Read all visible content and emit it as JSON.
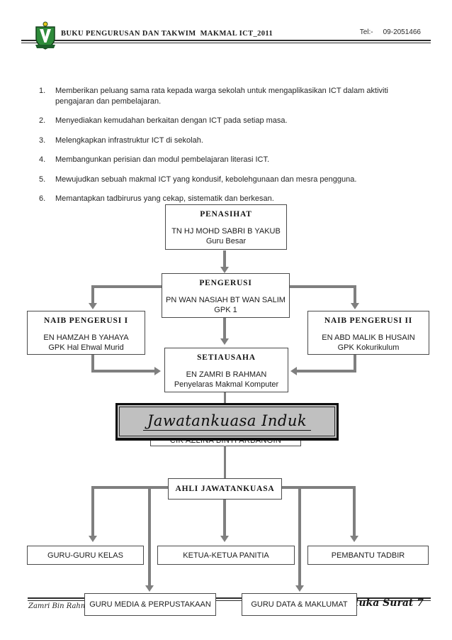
{
  "header": {
    "title": "BUKU PENGURUSAN DAN TAKWIM  MAKMAL ICT_2011",
    "tel_label": "Tel:-",
    "tel_number": "09-2051466",
    "logo_icon": "school-crest"
  },
  "objectives": [
    {
      "num": "1.",
      "text": "Memberikan peluang sama rata kepada warga sekolah untuk mengaplikasikan ICT dalam aktiviti pengajaran dan pembelajaran."
    },
    {
      "num": "2.",
      "text": "Menyediakan kemudahan berkaitan dengan ICT pada setiap masa."
    },
    {
      "num": "3.",
      "text": "Melengkapkan infrastruktur ICT di sekolah."
    },
    {
      "num": "4.",
      "text": "Membangunkan perisian dan modul pembelajaran literasi ICT."
    },
    {
      "num": "5.",
      "text": "Mewujudkan sebuah makmal ICT yang kondusif, kebolehgunaan dan mesra pengguna."
    },
    {
      "num": "6.",
      "text": "Memantapkan tadbirurus yang cekap, sistematik dan berkesan."
    }
  ],
  "org_chart": {
    "penasihat": {
      "title": "PENASIHAT",
      "name": "TN HJ MOHD SABRI B YAKUB",
      "role": "Guru Besar"
    },
    "pengerusi": {
      "title": "PENGERUSI",
      "name": "PN WAN NASIAH BT WAN SALIM",
      "role": "GPK 1"
    },
    "naib1": {
      "title": "NAIB PENGERUSI I",
      "name": "EN HAMZAH B YAHAYA",
      "role": "GPK Hal Ehwal Murid"
    },
    "naib2": {
      "title": "NAIB PENGERUSI II",
      "name": "EN ABD MALIK B HUSAIN",
      "role": "GPK Kokurikulum"
    },
    "setiausaha": {
      "title": "SETIAUSAHA",
      "name": "EN ZAMRI B RAHMAN",
      "role": "Penyelaras Makmal Komputer"
    },
    "banner": "Jawatankuasa Induk",
    "hidden_member": "CIK AZLINA BINTI ARBANGIN",
    "ahli": "AHLI JAWATANKUASA",
    "row1": [
      "GURU-GURU KELAS",
      "KETUA-KETUA PANITIA",
      "PEMBANTU TADBIR"
    ],
    "row2": [
      "GURU MEDIA & PERPUSTAKAAN",
      "GURU DATA & MAKLUMAT"
    ]
  },
  "footer": {
    "author": "Zamri Bin Rahman 2011",
    "page": "Muka Surat 7"
  },
  "colors": {
    "connector": "#7f7f7f",
    "banner_fill": "#c0c0c0",
    "box_border": "#4a4a4a",
    "crest_green": "#2e8b3a",
    "crest_yellow": "#e6c619"
  }
}
